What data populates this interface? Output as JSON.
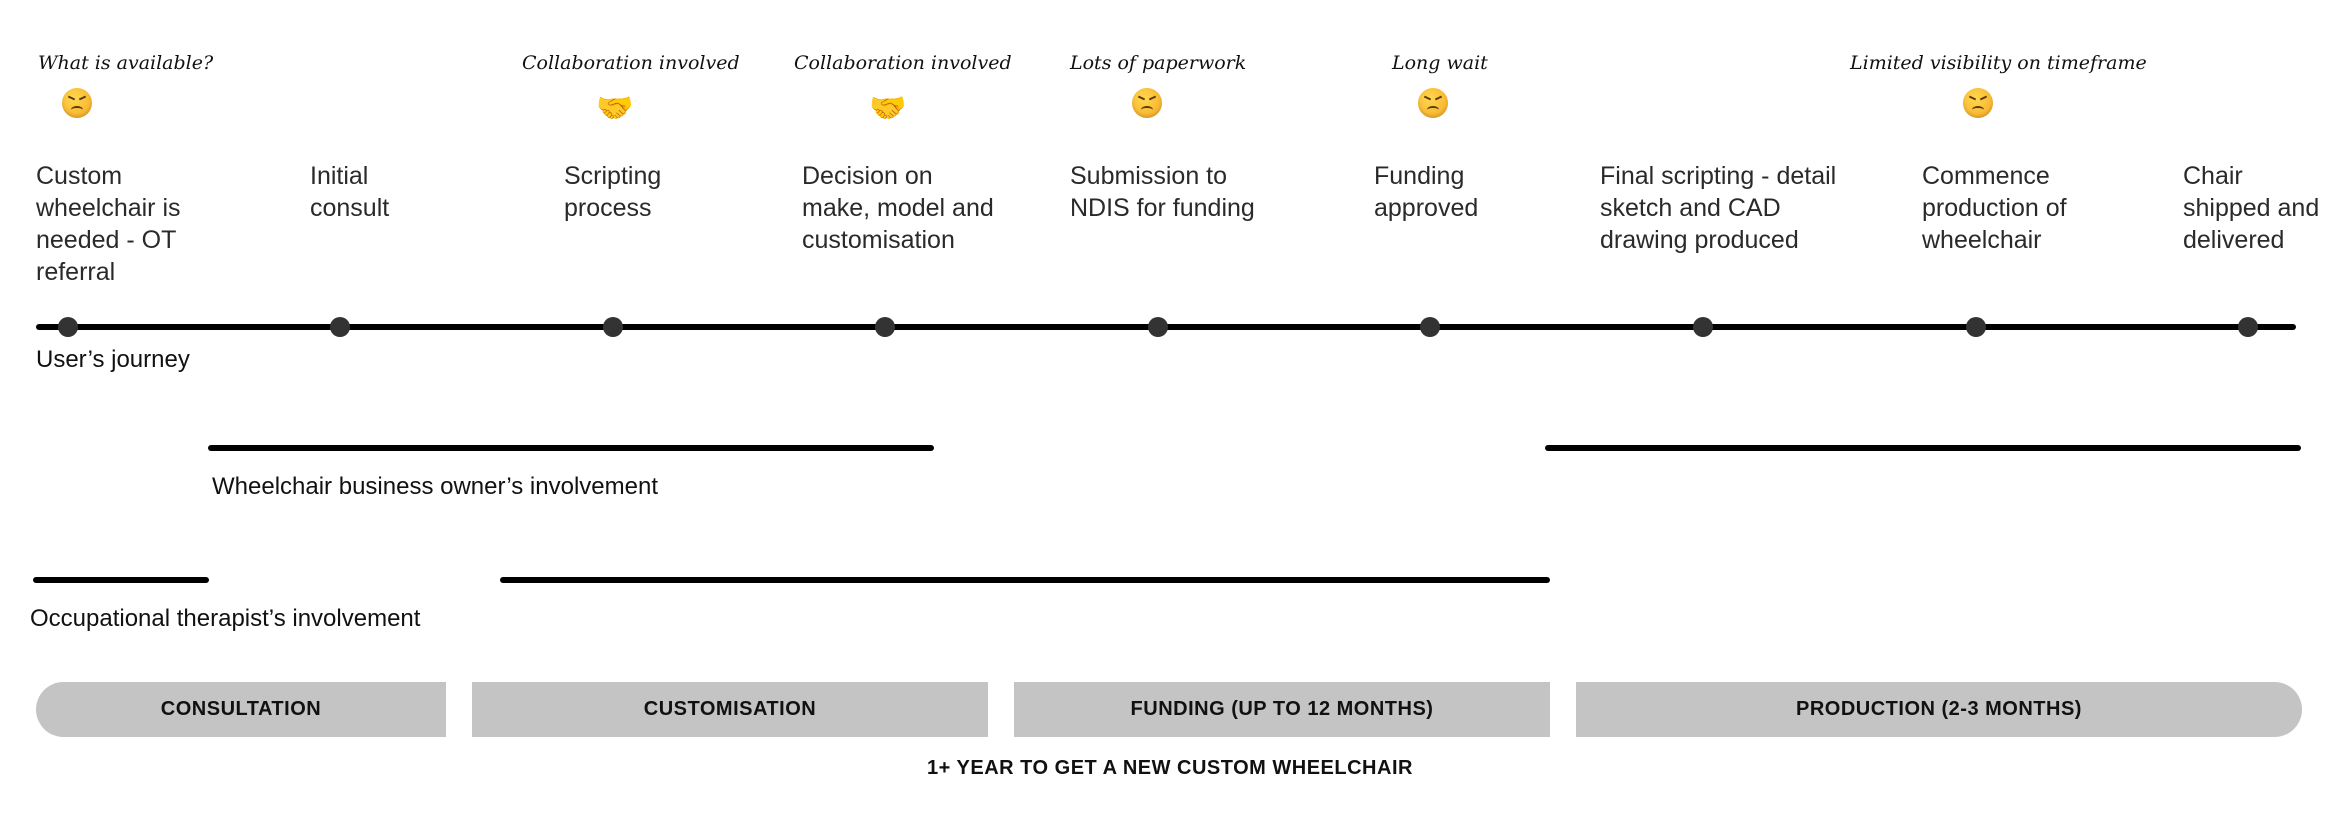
{
  "notes": [
    {
      "text": "What is available?",
      "icon": "frowning-face-icon"
    },
    {
      "text": "Collaboration involved",
      "icon": "handshake-icon"
    },
    {
      "text": "Collaboration involved",
      "icon": "handshake-icon"
    },
    {
      "text": "Lots of paperwork",
      "icon": "frowning-face-icon"
    },
    {
      "text": "Long wait",
      "icon": "frowning-face-icon"
    },
    {
      "text": "Limited visibility on timeframe",
      "icon": "frowning-face-icon"
    }
  ],
  "steps": [
    "Custom\nwheelchair is\nneeded - OT\nreferral",
    "Initial\nconsult",
    "Scripting\nprocess",
    "Decision on\nmake, model and\ncustomisation",
    "Submission to\nNDIS for funding",
    "Funding\napproved",
    "Final scripting - detail\nsketch and CAD\ndrawing produced",
    "Commence\nproduction of\nwheelchair",
    "Chair\nshipped and\ndelivered"
  ],
  "lanes": {
    "user": "User’s journey",
    "business": "Wheelchair business owner’s involvement",
    "ot": "Occupational therapist’s involvement"
  },
  "phases": [
    "CONSULTATION",
    "CUSTOMISATION",
    "FUNDING (UP TO 12 MONTHS)",
    "PRODUCTION (2-3 MONTHS)"
  ],
  "footer": "1+ YEAR TO GET A NEW CUSTOM WHEELCHAIR",
  "colors": {
    "line": "#000000",
    "dot": "#333333",
    "phase_bg": "#c4c4c4",
    "emoji": "#f5a623"
  }
}
